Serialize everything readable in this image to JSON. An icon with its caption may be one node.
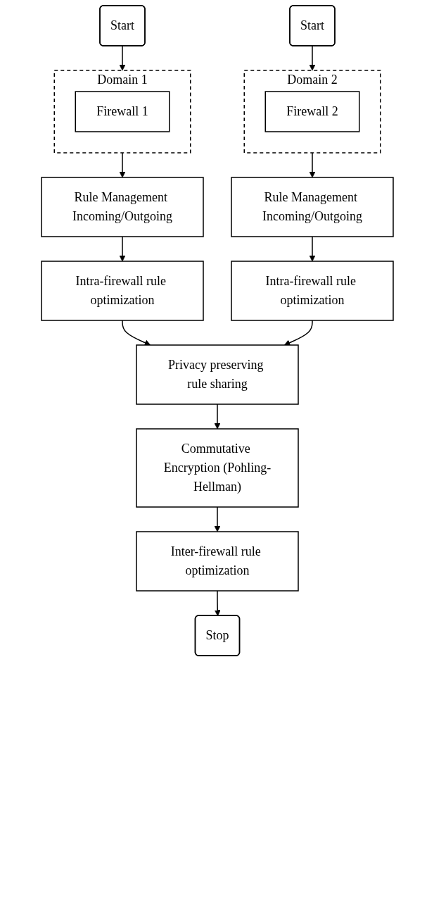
{
  "diagram": {
    "nodes": [
      {
        "text": [
          "Start"
        ]
      },
      {
        "text": [
          "Start"
        ]
      },
      {
        "text": [
          "Domain 1"
        ]
      },
      {
        "text": [
          "Firewall 1"
        ],
        "in": 2
      },
      {
        "text": [
          "Domain 2"
        ]
      },
      {
        "text": [
          "Firewall 2"
        ],
        "in": 4
      },
      {
        "text": [
          "Rule Management Incoming/Outgoing"
        ]
      },
      {
        "text": [
          "Rule Management Incoming/Outgoing"
        ]
      },
      {
        "text": [
          "Intra-firewall rule optimization"
        ]
      },
      {
        "text": [
          "Intra-firewall rule optimization"
        ]
      },
      {
        "text": [
          "Privacy preserving rule sharing"
        ]
      },
      {
        "text": [
          "Commutative Encryption (Pohling-Hellman)"
        ]
      },
      {
        "text": [
          "Inter-firewall rule optimization"
        ]
      },
      {
        "text": [
          "Stop"
        ]
      }
    ],
    "edges": [
      {
        "from": 0,
        "to": 2,
        "arrow": "to"
      },
      {
        "from": 1,
        "to": 4,
        "arrow": "to"
      },
      {
        "from": 2,
        "to": 6,
        "arrow": "to"
      },
      {
        "from": 4,
        "to": 7,
        "arrow": "to"
      },
      {
        "from": 6,
        "to": 8,
        "arrow": "to"
      },
      {
        "from": 7,
        "to": 9,
        "arrow": "to"
      },
      {
        "from": 8,
        "to": 10,
        "arrow": "to"
      },
      {
        "from": 9,
        "to": 10,
        "arrow": "to"
      },
      {
        "from": 10,
        "to": 11,
        "arrow": "to"
      },
      {
        "from": 11,
        "to": 12,
        "arrow": "to"
      },
      {
        "from": 12,
        "to": 13,
        "arrow": "to"
      }
    ]
  }
}
